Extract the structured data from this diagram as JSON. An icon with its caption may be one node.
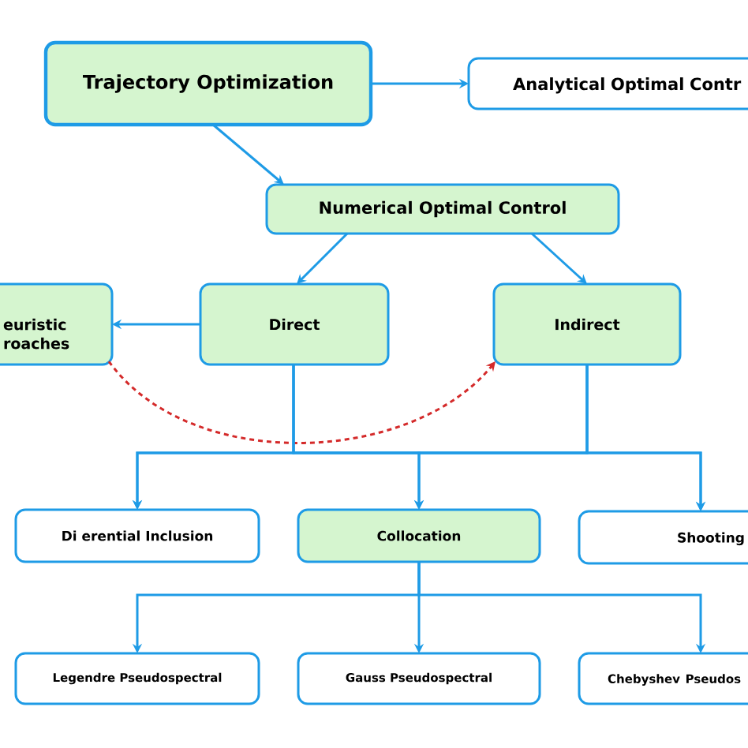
{
  "diagram": {
    "nodes": [
      {
        "text": [
          "Trajectory Optimization"
        ]
      },
      {
        "text": [
          "Analytical Optimal Contr"
        ]
      },
      {
        "text": [
          "Numerical Optimal Control"
        ]
      },
      {
        "text": [
          "euristic roaches"
        ]
      },
      {
        "text": [
          "Direct"
        ]
      },
      {
        "text": [
          "Indirect"
        ]
      },
      {
        "text": [
          "Di erential Inclusion"
        ]
      },
      {
        "text": [
          "Collocation"
        ]
      },
      {
        "text": [
          "Shooting"
        ]
      },
      {
        "text": [
          "Legendre Pseudospectral"
        ]
      },
      {
        "text": [
          "Gauss Pseudospectral"
        ]
      },
      {
        "text": [
          "Chebyshev Pseudos"
        ]
      }
    ],
    "edges": [
      {
        "from": 0,
        "to": 1,
        "arrow": "to"
      },
      {
        "from": 0,
        "to": 2,
        "arrow": "to"
      },
      {
        "from": 2,
        "to": 4,
        "arrow": "to"
      },
      {
        "from": 2,
        "to": 5,
        "arrow": "to"
      },
      {
        "from": 4,
        "to": 3,
        "arrow": "to"
      },
      {
        "from": 3,
        "to": 5,
        "arrow": "to",
        "style": "dashed",
        "color": "#d42a2a"
      },
      {
        "from": 4,
        "to": 6,
        "arrow": "to"
      },
      {
        "from": 4,
        "to": 7,
        "arrow": "to"
      },
      {
        "from": 4,
        "to": 8,
        "arrow": "to"
      },
      {
        "from": 5,
        "to": 6,
        "arrow": "to"
      },
      {
        "from": 5,
        "to": 7,
        "arrow": "to"
      },
      {
        "from": 5,
        "to": 8,
        "arrow": "to"
      },
      {
        "from": 7,
        "to": 9,
        "arrow": "to"
      },
      {
        "from": 7,
        "to": 10,
        "arrow": "to"
      },
      {
        "from": 7,
        "to": 11,
        "arrow": "to"
      }
    ]
  }
}
